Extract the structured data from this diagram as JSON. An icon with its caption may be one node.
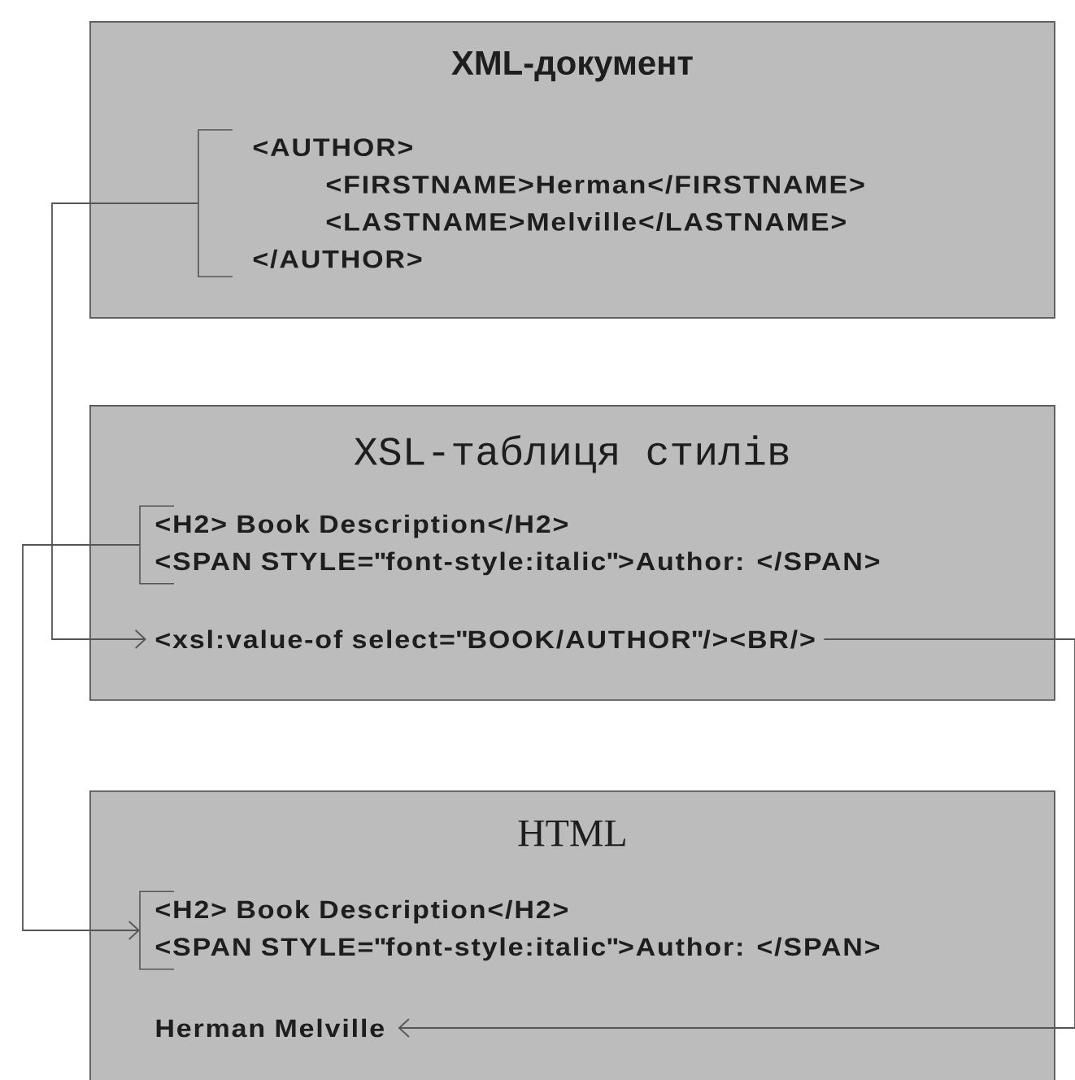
{
  "diagram": {
    "nodes": [
      {
        "text": [
          "XML-документ"
        ]
      },
      {
        "text": [
          "<AUTHOR>",
          "<FIRSTNAME>Herman</FIRSTNAME>",
          "<LASTNAME>Melville</LASTNAME>",
          "</AUTHOR>"
        ],
        "in": 0
      },
      {
        "text": [
          "XSL-таблиця стилів"
        ]
      },
      {
        "text": [
          "<H2> Book Description</H2>",
          "<SPAN STYLE=\"font-style:italic\">Author: </SPAN>"
        ],
        "in": 2
      },
      {
        "text": [
          "<xsl:value-of select=\"BOOK/AUTHOR\"/><BR/>"
        ],
        "in": 2
      },
      {
        "text": [
          "HTML"
        ]
      },
      {
        "text": [
          "<H2> Book Description</H2>",
          "<SPAN STYLE=\"font-style:italic\">Author: </SPAN>"
        ],
        "in": 5
      },
      {
        "text": [
          "Herman Melville"
        ],
        "in": 5
      }
    ],
    "edges": [
      {
        "from": 1,
        "to": 4,
        "arrow": "to"
      },
      {
        "from": 3,
        "to": 6,
        "arrow": "to"
      },
      {
        "from": 4,
        "to": 7,
        "arrow": "to"
      }
    ]
  }
}
